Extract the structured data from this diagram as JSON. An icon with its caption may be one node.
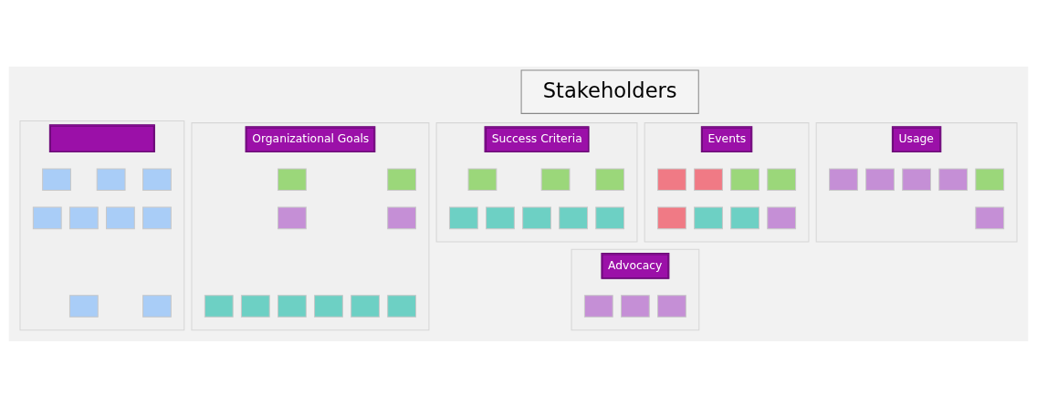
{
  "diagram": {
    "nodes": [
      {
        "text": [
          "Stakeholders"
        ]
      },
      {
        "text": [],
        "shape": "box"
      },
      {
        "text": [],
        "shape": "box",
        "in": 1
      },
      {
        "text": [],
        "shape": "box",
        "in": 1
      },
      {
        "text": [],
        "shape": "box",
        "in": 1
      },
      {
        "text": [],
        "shape": "box",
        "in": 1
      },
      {
        "text": [],
        "shape": "box",
        "in": 1
      },
      {
        "text": [],
        "shape": "box",
        "in": 1
      },
      {
        "text": [],
        "shape": "box",
        "in": 1
      },
      {
        "text": [],
        "shape": "box",
        "in": 1
      },
      {
        "text": [],
        "shape": "box",
        "in": 1
      },
      {
        "text": [
          "Organizational Goals"
        ]
      },
      {
        "text": [],
        "shape": "box",
        "in": 11
      },
      {
        "text": [],
        "shape": "box",
        "in": 11
      },
      {
        "text": [],
        "shape": "box",
        "in": 11
      },
      {
        "text": [],
        "shape": "box",
        "in": 11
      },
      {
        "text": [],
        "shape": "box",
        "in": 11
      },
      {
        "text": [],
        "shape": "box",
        "in": 11
      },
      {
        "text": [],
        "shape": "box",
        "in": 11
      },
      {
        "text": [],
        "shape": "box",
        "in": 11
      },
      {
        "text": [],
        "shape": "box",
        "in": 11
      },
      {
        "text": [],
        "shape": "box",
        "in": 11
      },
      {
        "text": [
          "Success Criteria"
        ]
      },
      {
        "text": [],
        "shape": "box",
        "in": 22
      },
      {
        "text": [],
        "shape": "box",
        "in": 22
      },
      {
        "text": [],
        "shape": "box",
        "in": 22
      },
      {
        "text": [],
        "shape": "box",
        "in": 22
      },
      {
        "text": [],
        "shape": "box",
        "in": 22
      },
      {
        "text": [],
        "shape": "box",
        "in": 22
      },
      {
        "text": [],
        "shape": "box",
        "in": 22
      },
      {
        "text": [],
        "shape": "box",
        "in": 22
      },
      {
        "text": [
          "Events"
        ]
      },
      {
        "text": [],
        "shape": "box",
        "in": 31
      },
      {
        "text": [],
        "shape": "box",
        "in": 31
      },
      {
        "text": [],
        "shape": "box",
        "in": 31
      },
      {
        "text": [],
        "shape": "box",
        "in": 31
      },
      {
        "text": [],
        "shape": "box",
        "in": 31
      },
      {
        "text": [],
        "shape": "box",
        "in": 31
      },
      {
        "text": [],
        "shape": "box",
        "in": 31
      },
      {
        "text": [],
        "shape": "box",
        "in": 31
      },
      {
        "text": [
          "Advocacy"
        ]
      },
      {
        "text": [],
        "shape": "box",
        "in": 40
      },
      {
        "text": [],
        "shape": "box",
        "in": 40
      },
      {
        "text": [],
        "shape": "box",
        "in": 40
      },
      {
        "text": [
          "Usage"
        ]
      },
      {
        "text": [],
        "shape": "box",
        "in": 44
      },
      {
        "text": [],
        "shape": "box",
        "in": 44
      },
      {
        "text": [],
        "shape": "box",
        "in": 44
      },
      {
        "text": [],
        "shape": "box",
        "in": 44
      },
      {
        "text": [],
        "shape": "box",
        "in": 44
      },
      {
        "text": [],
        "shape": "box",
        "in": 44
      }
    ],
    "edges": []
  }
}
